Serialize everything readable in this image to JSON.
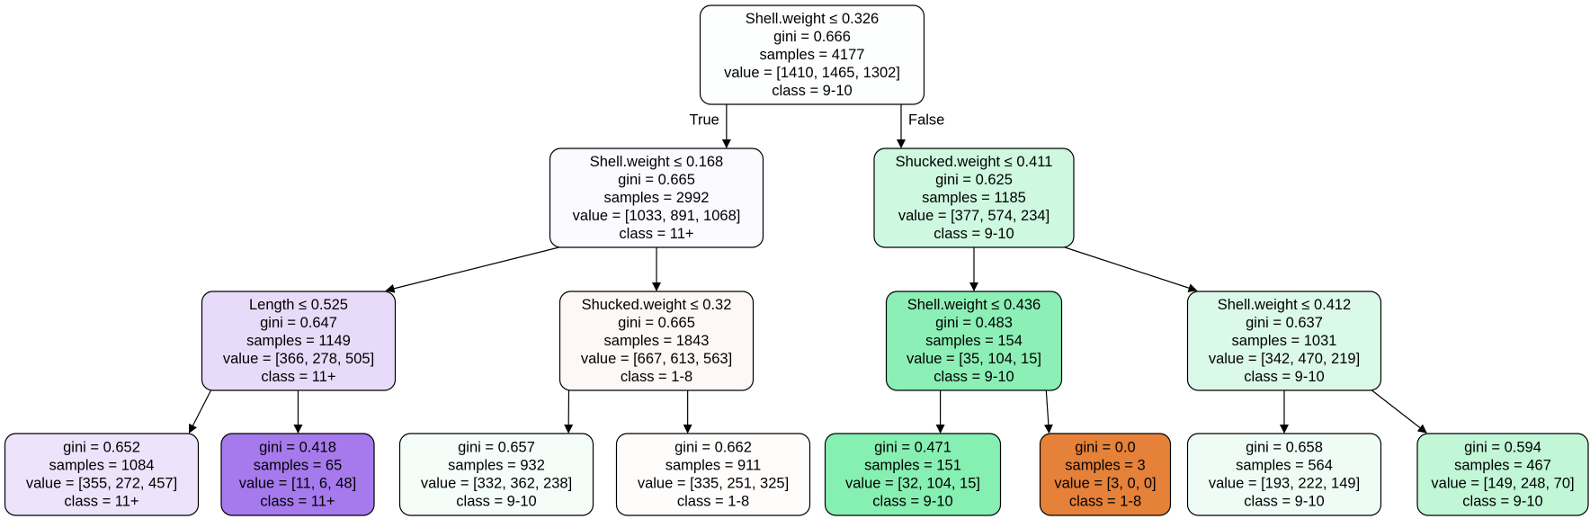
{
  "tree": {
    "nodes": [
      {
        "id": "n0",
        "lines": [
          "Shell.weight ≤ 0.326",
          "gini = 0.666",
          "samples = 4177",
          "value = [1410, 1465, 1302]",
          "class = 9-10"
        ],
        "fill": "#fcfffd"
      },
      {
        "id": "n1",
        "lines": [
          "Shell.weight ≤ 0.168",
          "gini = 0.665",
          "samples = 2992",
          "value = [1033, 891, 1068]",
          "class = 11+"
        ],
        "fill": "#fbfaff"
      },
      {
        "id": "n2",
        "lines": [
          "Shucked.weight ≤ 0.411",
          "gini = 0.625",
          "samples = 1185",
          "value = [377, 574, 234]",
          "class = 9-10"
        ],
        "fill": "#cef8e0"
      },
      {
        "id": "n3",
        "lines": [
          "Length ≤ 0.525",
          "gini = 0.647",
          "samples = 1149",
          "value = [366, 278, 505]",
          "class = 11+"
        ],
        "fill": "#e8dbfa"
      },
      {
        "id": "n4",
        "lines": [
          "Shucked.weight ≤ 0.32",
          "gini = 0.665",
          "samples = 1843",
          "value = [667, 613, 563]",
          "class = 1-8"
        ],
        "fill": "#fdf8f5"
      },
      {
        "id": "n5",
        "lines": [
          "Shell.weight ≤ 0.436",
          "gini = 0.483",
          "samples = 154",
          "value = [35, 104, 15]",
          "class = 9-10"
        ],
        "fill": "#8cefb5"
      },
      {
        "id": "n6",
        "lines": [
          "Shell.weight ≤ 0.412",
          "gini = 0.637",
          "samples = 1031",
          "value = [342, 470, 219]",
          "class = 9-10"
        ],
        "fill": "#dbf9e8"
      },
      {
        "id": "n7",
        "lines": [
          "gini = 0.652",
          "samples = 1084",
          "value = [355, 272, 457]",
          "class = 11+"
        ],
        "fill": "#ede3fb"
      },
      {
        "id": "n8",
        "lines": [
          "gini = 0.418",
          "samples = 65",
          "value = [11, 6, 48]",
          "class = 11+"
        ],
        "fill": "#a67aed"
      },
      {
        "id": "n9",
        "lines": [
          "gini = 0.657",
          "samples = 932",
          "value = [332, 362, 238]",
          "class = 9-10"
        ],
        "fill": "#f5fdf9"
      },
      {
        "id": "n10",
        "lines": [
          "gini = 0.662",
          "samples = 911",
          "value = [335, 251, 325]",
          "class = 1-8"
        ],
        "fill": "#fffdfc"
      },
      {
        "id": "n11",
        "lines": [
          "gini = 0.471",
          "samples = 151",
          "value = [32, 104, 15]",
          "class = 9-10"
        ],
        "fill": "#86efb2"
      },
      {
        "id": "n12",
        "lines": [
          "gini = 0.0",
          "samples = 3",
          "value = [3, 0, 0]",
          "class = 1-8"
        ],
        "fill": "#e58139"
      },
      {
        "id": "n13",
        "lines": [
          "gini = 0.658",
          "samples = 564",
          "value = [193, 222, 149]",
          "class = 9-10"
        ],
        "fill": "#effcf5"
      },
      {
        "id": "n14",
        "lines": [
          "gini = 0.594",
          "samples = 467",
          "value = [149, 248, 70]",
          "class = 9-10"
        ],
        "fill": "#c1f6d7"
      }
    ],
    "edges": [
      {
        "from": "n0",
        "to": "n1",
        "label": "True"
      },
      {
        "from": "n0",
        "to": "n2",
        "label": "False"
      },
      {
        "from": "n1",
        "to": "n3",
        "label": ""
      },
      {
        "from": "n1",
        "to": "n4",
        "label": ""
      },
      {
        "from": "n2",
        "to": "n5",
        "label": ""
      },
      {
        "from": "n2",
        "to": "n6",
        "label": ""
      },
      {
        "from": "n3",
        "to": "n7",
        "label": ""
      },
      {
        "from": "n3",
        "to": "n8",
        "label": ""
      },
      {
        "from": "n4",
        "to": "n9",
        "label": ""
      },
      {
        "from": "n4",
        "to": "n10",
        "label": ""
      },
      {
        "from": "n5",
        "to": "n11",
        "label": ""
      },
      {
        "from": "n5",
        "to": "n12",
        "label": ""
      },
      {
        "from": "n6",
        "to": "n13",
        "label": ""
      },
      {
        "from": "n6",
        "to": "n14",
        "label": ""
      }
    ]
  }
}
